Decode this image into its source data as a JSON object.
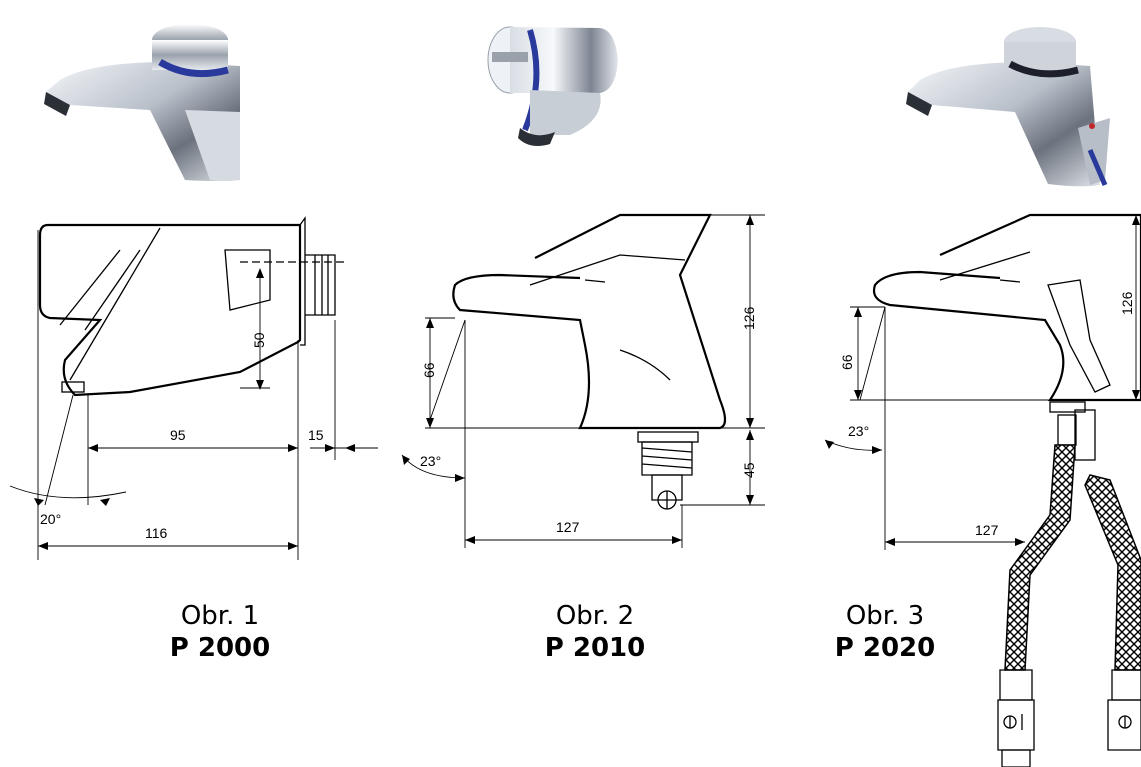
{
  "products": [
    {
      "caption": "Obr. 1",
      "model": "P 2000",
      "dimensions": {
        "height": "50",
        "depth": "95",
        "thread": "15",
        "total": "116",
        "angle": "20°"
      }
    },
    {
      "caption": "Obr. 2",
      "model": "P 2010",
      "dimensions": {
        "height": "126",
        "spout": "66",
        "base": "45",
        "reach": "127",
        "angle": "23°"
      }
    },
    {
      "caption": "Obr. 3",
      "model": "P 2020",
      "dimensions": {
        "height": "126",
        "spout": "66",
        "reach": "127",
        "angle": "23°"
      }
    }
  ],
  "colors": {
    "chrome_dark": "#3a3f48",
    "chrome_light": "#e9edf2",
    "accent_blue": "#2a3a9c",
    "line": "#000000"
  }
}
